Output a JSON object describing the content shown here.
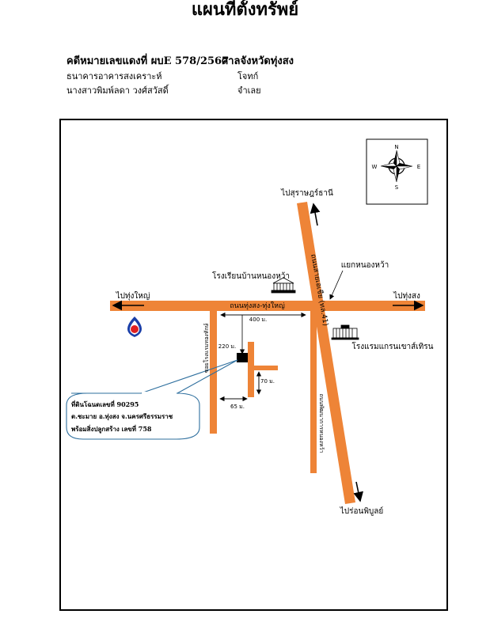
{
  "header": {
    "title": "แผนที่ตั้งทรัพย์",
    "case_number": "คดีหมายเลขแดงที่ ผบE 578/2567",
    "court": "ศาลจังหวัดทุ่งสง",
    "plaintiff": "ธนาคารอาคารสงเคราะห์",
    "plaintiff_role": "โจทก์",
    "defendant": "นางสาวพิมพ์ลดา วงศ์สวัสดิ์",
    "defendant_role": "จำเลย"
  },
  "compass": {
    "n": "N",
    "s": "S",
    "e": "E",
    "w": "W"
  },
  "directions": {
    "to_surat": "ไปสุราษฎร์ธานี",
    "to_thung_yai": "ไปทุ่งใหญ่",
    "to_thung_song": "ไปทุ่งสง",
    "to_chian_yai": "ไปร่อนพิบูลย์"
  },
  "roads": {
    "main_road": "ถนนทุ่งสง-ทุ่งใหญ่",
    "highway": "ถนนสายเอเชีย (ทล.41)",
    "soi": "ซอยโรงแรมทองทักษ์",
    "side_road": "ถนนพัฒนาการหนองหว้า"
  },
  "landmarks": {
    "school": "โรงเรียนบ้านหนองหว้า",
    "intersection": "แยกหนองหว้า",
    "hotel": "โรงแรมแกรนเขาส์เทิรน"
  },
  "distances": {
    "main": "400 ม.",
    "soi": "220 ม.",
    "vertical": "70 ม.",
    "horizontal": "65 ม."
  },
  "property": {
    "line1": "ที่ดินโฉนดเลขที่ 90295",
    "line2": "ต.ชะมาย อ.ทุ่งสง จ.นครศรีธรรมราช",
    "line3": "พร้อมสิ่งปลูกสร้าง เลขที่ 758"
  },
  "colors": {
    "road": "#ee8437",
    "text": "#000000",
    "frame": "#000000"
  }
}
